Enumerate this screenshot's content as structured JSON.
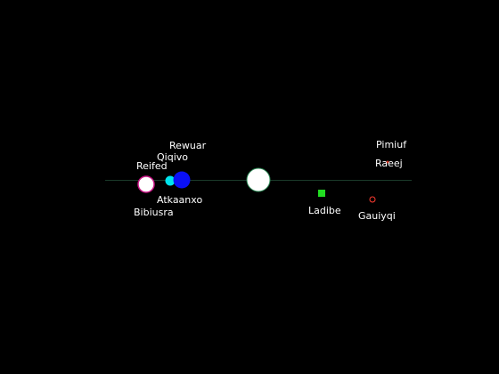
{
  "scene": {
    "background": "#000000",
    "plane_line_color": "#1a3a2a"
  },
  "bodies": {
    "central_star": {
      "color": "#ffffff",
      "outline": "#2e8b57"
    },
    "bibiusra": {
      "label": "Bibiusra",
      "color": "#ffffff",
      "outline": "#c71585"
    },
    "reifed": {
      "label": "Reifed"
    },
    "atkaanxo": {
      "label": "Atkaanxo",
      "color": "#00e5ee"
    },
    "qiqivo": {
      "label": "Qiqivo"
    },
    "rewuar": {
      "label": "Rewuar",
      "color": "#0a10f5"
    },
    "ladibe": {
      "label": "Ladibe",
      "color": "#22dd22"
    },
    "gauiyqi": {
      "label": "Gauiyqi",
      "color": "#ff3b30"
    },
    "raeej": {
      "label": "Raeej",
      "color": "#cc3322"
    },
    "pimiuf": {
      "label": "Pimiuf"
    }
  }
}
